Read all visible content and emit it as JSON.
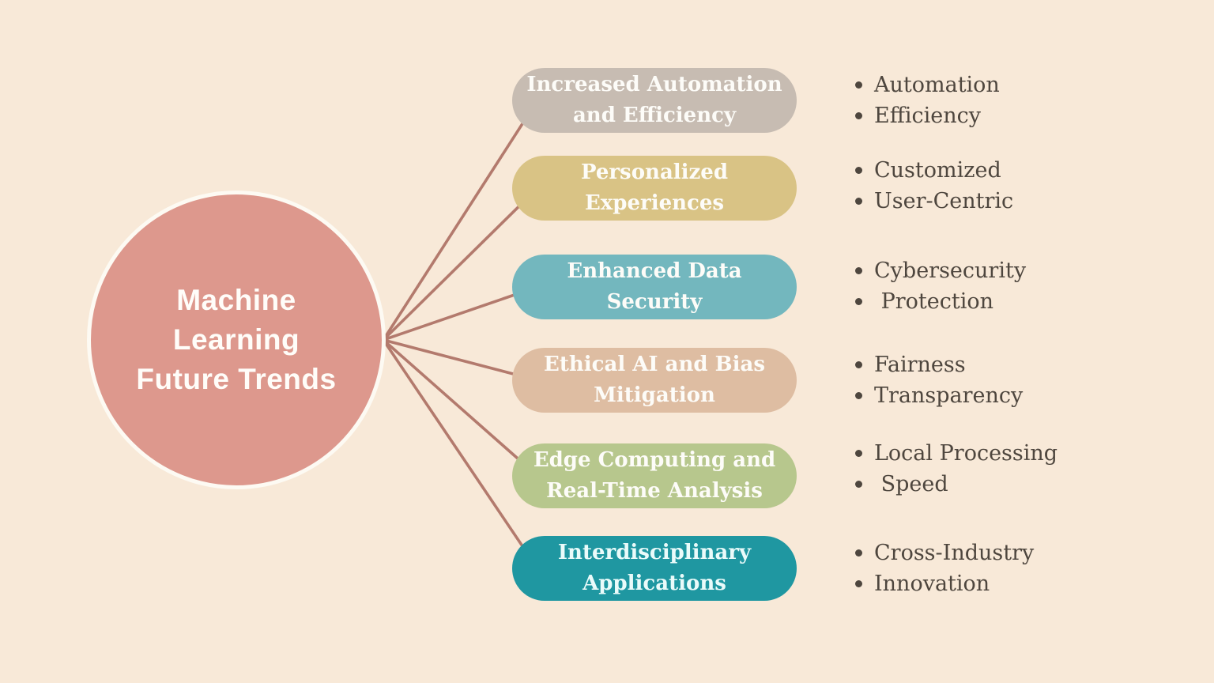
{
  "canvas": {
    "background": "#f8e9d8"
  },
  "center": {
    "label": "Machine\nLearning\nFuture Trends",
    "fill": "#dd988d",
    "text_color": "#fffdf9"
  },
  "connector": {
    "color": "#b37a6d"
  },
  "bullet_text_color": "#4e463e",
  "branches": [
    {
      "label": "Increased Automation\nand Efficiency",
      "fill": "#c7bcb2",
      "text_color": "#fdfcf8",
      "bullets": [
        "Automation",
        "Efficiency"
      ]
    },
    {
      "label": "Personalized\nExperiences",
      "fill": "#d9c385",
      "text_color": "#fdfcf8",
      "bullets": [
        "Customized",
        "User-Centric"
      ]
    },
    {
      "label": "Enhanced Data\nSecurity",
      "fill": "#73b7be",
      "text_color": "#fdfcf8",
      "bullets": [
        "Cybersecurity",
        " Protection"
      ]
    },
    {
      "label": "Ethical AI and Bias\nMitigation",
      "fill": "#debda2",
      "text_color": "#fdfcf8",
      "bullets": [
        "Fairness",
        "Transparency"
      ]
    },
    {
      "label": "Edge Computing and\nReal-Time Analysis",
      "fill": "#b7c78d",
      "text_color": "#fdfcf8",
      "bullets": [
        "Local Processing",
        " Speed"
      ]
    },
    {
      "label": "Interdisciplinary\nApplications",
      "fill": "#1f97a1",
      "text_color": "#eafbfa",
      "bullets": [
        "Cross-Industry",
        "Innovation"
      ]
    }
  ]
}
